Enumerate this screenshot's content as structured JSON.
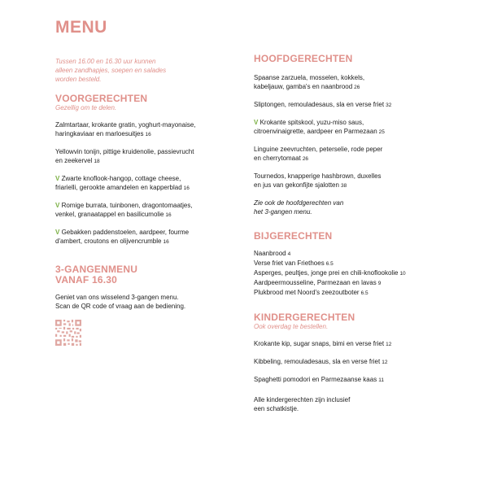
{
  "title": "MENU",
  "intro": [
    "Tussen 16.00 en 16.30 uur kunnen",
    "alleen zandhapjes, soepen en salades",
    "worden besteld."
  ],
  "voorgerechten": {
    "title": "VOORGERECHTEN",
    "subtitle": "Gezellig om te delen.",
    "items": [
      {
        "v": "",
        "lines": [
          "Zalmtartaar, krokante gratin, yoghurt-mayonaise,",
          "haringkaviaar en marloesuitjes"
        ],
        "price": "16"
      },
      {
        "v": "",
        "lines": [
          "Yellowvin tonijn, pittige kruidenolie, passievrucht",
          "en zeekervel"
        ],
        "price": "18"
      },
      {
        "v": "V",
        "lines": [
          "Zwarte knoflook-hangop, cottage cheese,",
          "friarielli, gerookte amandelen en kapperblad"
        ],
        "price": "16"
      },
      {
        "v": "V",
        "lines": [
          "Romige burrata, tuinbonen, dragontomaatjes,",
          "venkel, granaatappel en basilicumolie"
        ],
        "price": "16"
      },
      {
        "v": "V",
        "lines": [
          "Gebakken paddenstoelen, aardpeer, fourme",
          "d'ambert, croutons en olijvencrumble"
        ],
        "price": "16"
      }
    ]
  },
  "gangenmenu": {
    "title_line1": "3-GANGENMENU",
    "title_line2": "VANAF 16.30",
    "text": [
      "Geniet van ons wisselend 3-gangen menu.",
      "Scan de QR code of vraag aan de bediening."
    ]
  },
  "hoofdgerechten": {
    "title": "HOOFDGERECHTEN",
    "items": [
      {
        "v": "",
        "lines": [
          "Spaanse zarzuela, mosselen, kokkels,",
          "kabeljauw, gamba's en naanbrood"
        ],
        "price": "26"
      },
      {
        "v": "",
        "lines": [
          "Sliptongen, remouladesaus, sla en verse friet"
        ],
        "price": "32"
      },
      {
        "v": "V",
        "lines": [
          "Krokante spitskool, yuzu-miso saus,",
          "citroenvinaigrette, aardpeer en Parmezaan"
        ],
        "price": "25"
      },
      {
        "v": "",
        "lines": [
          "Linguine zeevruchten, peterselie, rode peper",
          "en cherrytomaat"
        ],
        "price": "26"
      },
      {
        "v": "",
        "lines": [
          "Tournedos, knapperige hashbrown, duxelles",
          "en jus van gekonfijte sjalotten"
        ],
        "price": "38"
      }
    ],
    "note": [
      "Zie ook de hoofdgerechten van",
      "het 3-gangen menu."
    ]
  },
  "bijgerechten": {
    "title": "BIJGERECHTEN",
    "items": [
      {
        "text": "Naanbrood",
        "price": "4"
      },
      {
        "text": "Verse friet van Friethoes",
        "price": "6.5"
      },
      {
        "text": "Asperges, peultjes, jonge prei en chili-knoflookolie",
        "price": "10"
      },
      {
        "text": "Aardpeermousseline, Parmezaan en lavas",
        "price": "9"
      },
      {
        "text": "Plukbrood met Noord's zeezoutboter",
        "price": "6.5"
      }
    ]
  },
  "kindergerechten": {
    "title": "KINDERGERECHTEN",
    "subtitle": "Ook overdag te bestellen.",
    "items": [
      {
        "text": "Krokante kip, sugar snaps, bimi en verse friet",
        "price": "12"
      },
      {
        "text": "Kibbeling, remouladesaus, sla en verse friet",
        "price": "12"
      },
      {
        "text": "Spaghetti pomodori en Parmezaanse kaas",
        "price": "11"
      }
    ],
    "note": [
      "Alle kindergerechten zijn inclusief",
      "een schatkistje."
    ]
  },
  "colors": {
    "accent": "#e0908a",
    "veg": "#7bb043",
    "text": "#1e1e1e"
  },
  "icons": {
    "qr": "qr-code-icon"
  }
}
